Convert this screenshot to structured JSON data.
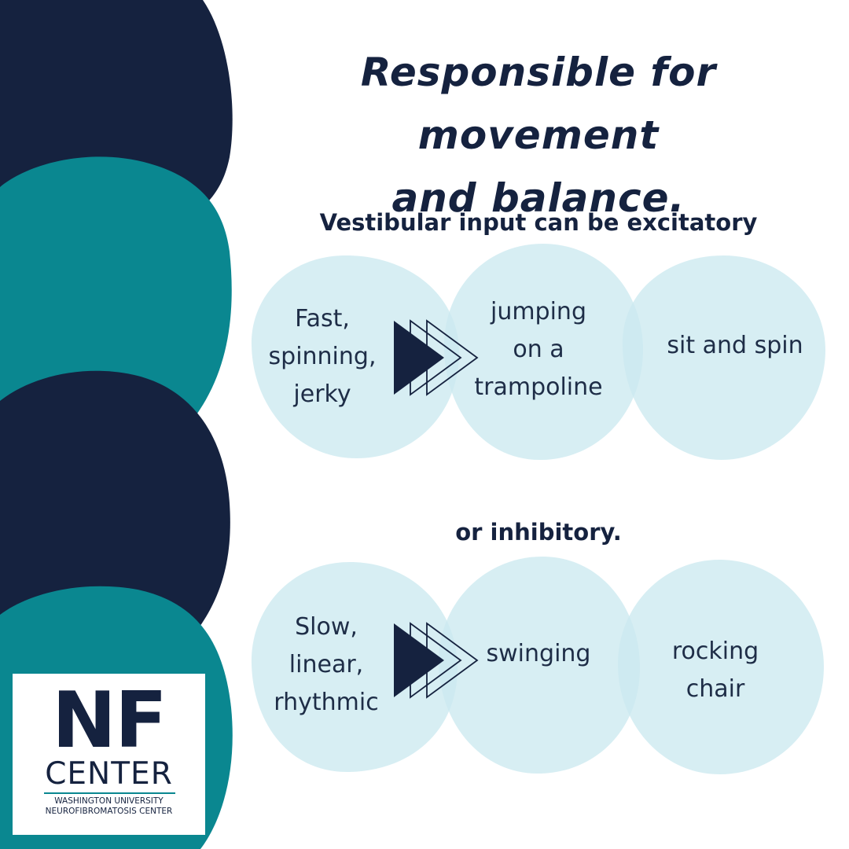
{
  "heading": {
    "line1": "Responsible for movement",
    "line2": "and balance."
  },
  "excitatory": {
    "title": "Vestibular input can be excitatory",
    "cause": [
      "Fast,",
      "spinning,",
      "jerky"
    ],
    "examples": [
      [
        "jumping",
        "on a",
        "trampoline"
      ],
      [
        "sit and spin"
      ]
    ]
  },
  "inhibitory": {
    "title": "or inhibitory.",
    "cause": [
      "Slow,",
      "linear,",
      "rhythmic"
    ],
    "examples": [
      [
        "swinging"
      ],
      [
        "rocking",
        "chair"
      ]
    ]
  },
  "logo": {
    "mark": "NF",
    "word": "CENTER",
    "line1": "WASHINGTON UNIVERSITY",
    "line2": "NEUROFIBROMATOSIS CENTER"
  },
  "colors": {
    "navy": "#15223f",
    "teal": "#0a8790",
    "bubble": "#cce9ef",
    "background": "#ffffff"
  }
}
